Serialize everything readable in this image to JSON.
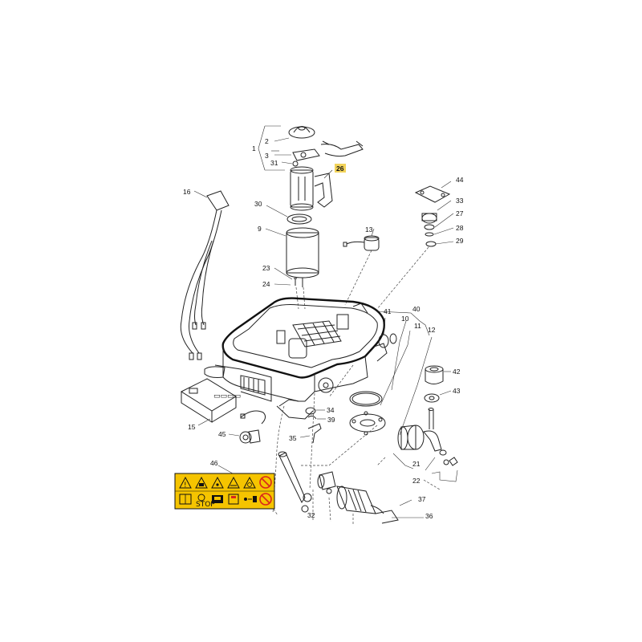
{
  "callouts": [
    "1",
    "2",
    "3",
    "31",
    "26",
    "30",
    "9",
    "16",
    "13",
    "23",
    "24",
    "44",
    "33",
    "27",
    "28",
    "29",
    "41",
    "40",
    "10",
    "11",
    "12",
    "42",
    "43",
    "15",
    "45",
    "34",
    "39",
    "35",
    "46",
    "21",
    "22",
    "32",
    "37",
    "36"
  ],
  "highlighted_callout": "26",
  "colors": {
    "line": "#222222",
    "warning_yellow": "#f5c400",
    "highlight": "#f2d35a",
    "prohibit_red": "#d9261c"
  },
  "warning_label": {
    "row1": [
      "warning-triangle-icon",
      "read-manual-icon",
      "thrown-objects-icon",
      "keep-distance-icon",
      "blade-hazard-icon",
      "no-riding-icon"
    ],
    "row2": [
      "manual-book-icon",
      "stop-icon",
      "lift-hazard-icon",
      "remove-battery-icon",
      "distance-icon",
      "no-washing-icon"
    ],
    "stop_text": "STOP"
  }
}
